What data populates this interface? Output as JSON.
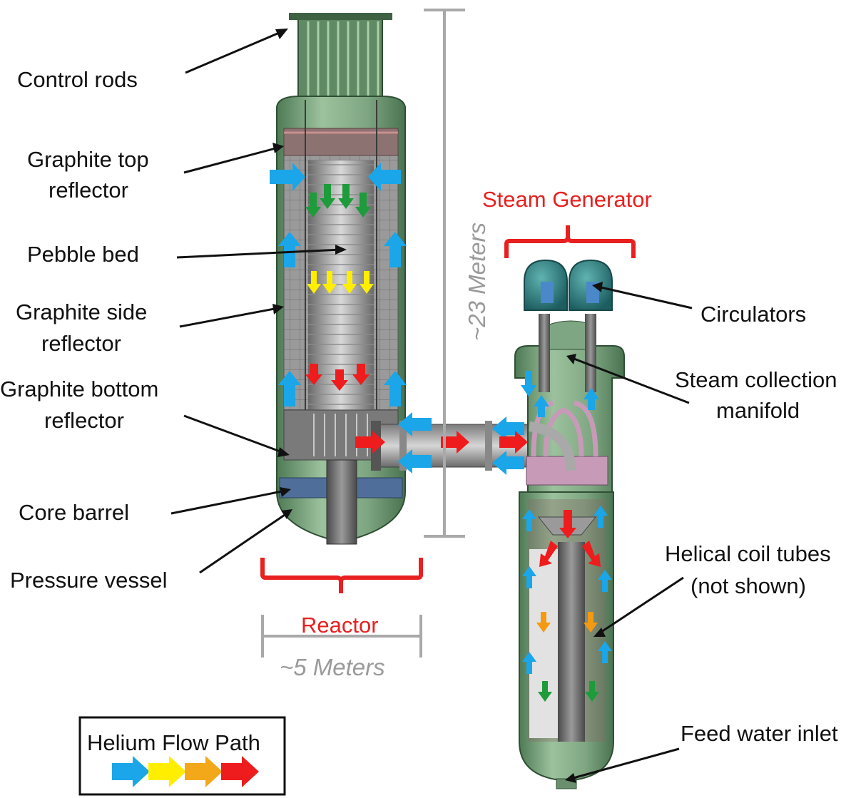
{
  "labels": {
    "control_rods": "Control rods",
    "graphite_top_1": "Graphite top",
    "graphite_top_2": "reflector",
    "pebble_bed": "Pebble bed",
    "graphite_side_1": "Graphite side",
    "graphite_side_2": "reflector",
    "graphite_bottom_1": "Graphite bottom",
    "graphite_bottom_2": "reflector",
    "core_barrel": "Core barrel",
    "pressure_vessel": "Pressure vessel",
    "steam_generator": "Steam Generator",
    "circulators": "Circulators",
    "steam_collection_1": "Steam collection",
    "steam_collection_2": "manifold",
    "helical_coil_1": "Helical coil tubes",
    "helical_coil_2": "(not shown)",
    "feed_water": "Feed water inlet",
    "reactor": "Reactor",
    "height_dim": "~23 Meters",
    "width_dim": "~5 Meters"
  },
  "legend": {
    "title": "Helium Flow Path",
    "arrows": [
      "blue-arrow",
      "yellow-arrow",
      "orange-arrow",
      "red-arrow"
    ]
  },
  "colors": {
    "label_red": "#e8201f",
    "dimension_gray": "#9a9a9a",
    "vessel_green": "#7fa682",
    "flow_blue": "#1aa6e8",
    "flow_yellow": "#ffee00",
    "flow_orange": "#f39a12",
    "flow_red": "#ee1c1c",
    "flow_green": "#1e9b3a"
  }
}
